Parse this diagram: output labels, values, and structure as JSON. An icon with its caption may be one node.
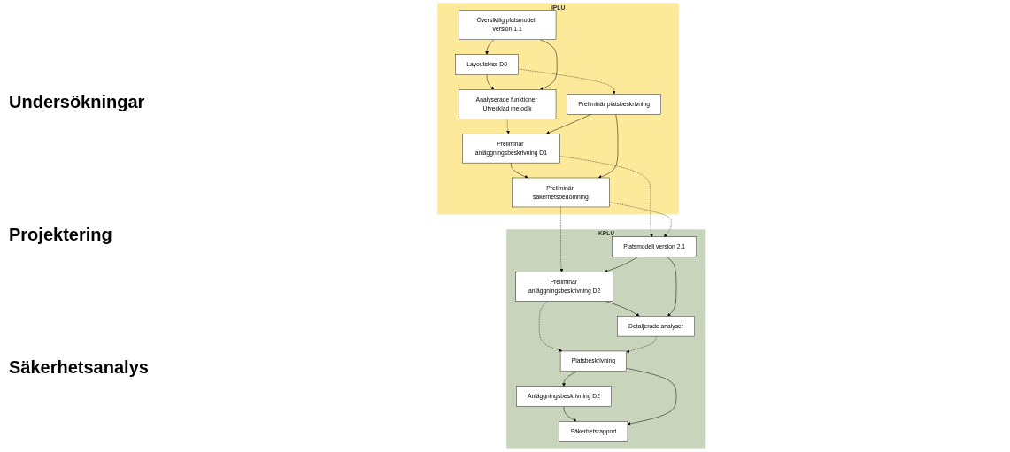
{
  "diagram": {
    "nodes": [
      {
        "text": [
          "IPLU"
        ]
      },
      {
        "text": [
          "Översiktlig platsmodell version 1.1"
        ],
        "in": 0
      },
      {
        "text": [
          "Layoutskiss D0"
        ],
        "in": 0
      },
      {
        "text": [
          "Analyserade funktioner Utvecklad metodik"
        ],
        "in": 0
      },
      {
        "text": [
          "Preliminär platsbeskrivning"
        ],
        "in": 0
      },
      {
        "text": [
          "Preliminär anläggningsbeskrivning D1"
        ],
        "in": 0
      },
      {
        "text": [
          "Preliminär säkerhetsbedömning"
        ],
        "in": 0
      },
      {
        "text": [
          "KPLU"
        ]
      },
      {
        "text": [
          "Platsmodell version 2.1"
        ],
        "in": 7
      },
      {
        "text": [
          "Preliminär anläggningsbeskrivning D2"
        ],
        "in": 7
      },
      {
        "text": [
          "Detaljerade analyser"
        ],
        "in": 7
      },
      {
        "text": [
          "Platsbeskrivning"
        ],
        "in": 7
      },
      {
        "text": [
          "Anläggningsbeskrivning D2"
        ],
        "in": 7
      },
      {
        "text": [
          "Säkerhetsrapport"
        ],
        "in": 7
      }
    ],
    "edges": [
      {
        "from": 1,
        "to": 2,
        "arrow": "to"
      },
      {
        "from": 2,
        "to": 3,
        "arrow": "to"
      },
      {
        "from": 1,
        "to": 3,
        "arrow": "to"
      },
      {
        "from": 2,
        "to": 4,
        "arrow": "to",
        "style": "dashed"
      },
      {
        "from": 3,
        "to": 5,
        "arrow": "to",
        "style": "dashed"
      },
      {
        "from": 4,
        "to": 5,
        "arrow": "to"
      },
      {
        "from": 5,
        "to": 6,
        "arrow": "to"
      },
      {
        "from": 4,
        "to": 6,
        "arrow": "to"
      },
      {
        "from": 5,
        "to": 8,
        "arrow": "to",
        "style": "dashed"
      },
      {
        "from": 6,
        "to": 8,
        "arrow": "to",
        "style": "dashed"
      },
      {
        "from": 6,
        "to": 9,
        "arrow": "to",
        "style": "dashed"
      },
      {
        "from": 8,
        "to": 9,
        "arrow": "to"
      },
      {
        "from": 9,
        "to": 10,
        "arrow": "to"
      },
      {
        "from": 8,
        "to": 10,
        "arrow": "to"
      },
      {
        "from": 9,
        "to": 11,
        "arrow": "to",
        "style": "dashed"
      },
      {
        "from": 10,
        "to": 11,
        "arrow": "to",
        "style": "dashed"
      },
      {
        "from": 11,
        "to": 12,
        "arrow": "to"
      },
      {
        "from": 12,
        "to": 13,
        "arrow": "to"
      },
      {
        "from": 11,
        "to": 13,
        "arrow": "to"
      }
    ],
    "labels": [
      "Undersökningar",
      "Projektering",
      "Säkerhetsanalys"
    ]
  }
}
